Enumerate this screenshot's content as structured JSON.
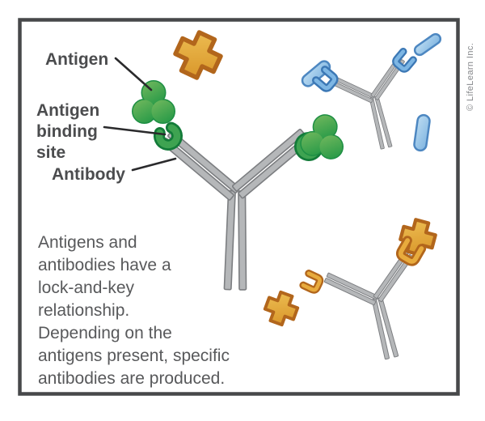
{
  "figure": {
    "copyright": "© LifeLearn Inc.",
    "labels": {
      "antigen": "Antigen",
      "binding_site_line1": "Antigen",
      "binding_site_line2": "binding",
      "binding_site_line3": "site",
      "antibody": "Antibody"
    },
    "caption": {
      "lines": [
        "Antigens and",
        "antibodies have a",
        "lock-and-key",
        "relationship.",
        "Depending on the",
        "antigens present, specific",
        "antibodies are produced."
      ]
    },
    "colors": {
      "frame": "#47484a",
      "label_text": "#4b4c4e",
      "caption_text": "#58595b",
      "copyright_text": "#85878a",
      "antibody_fill": "#b5b7b9",
      "antibody_outline": "#7c7e81",
      "antigen_green": "#2d9c49",
      "antigen_green_outline": "#1e8f44",
      "binding_site_green": "#3ea351",
      "binding_site_green_dark": "#137b39",
      "capsule_blue": "#7fb4e0",
      "capsule_blue_outline": "#4d87c1",
      "clamp_blue": "#7db6e4",
      "clamp_blue_dark": "#3c78b5",
      "cross_orange": "#dc9b2e",
      "cross_orange_outline": "#b2661c"
    },
    "icons": [
      "antibody-y-icon",
      "antigen-trefoil-icon",
      "antigen-cross-icon",
      "antigen-capsule-icon",
      "binding-site-crescent-icon",
      "binding-site-clamp-icon"
    ]
  }
}
